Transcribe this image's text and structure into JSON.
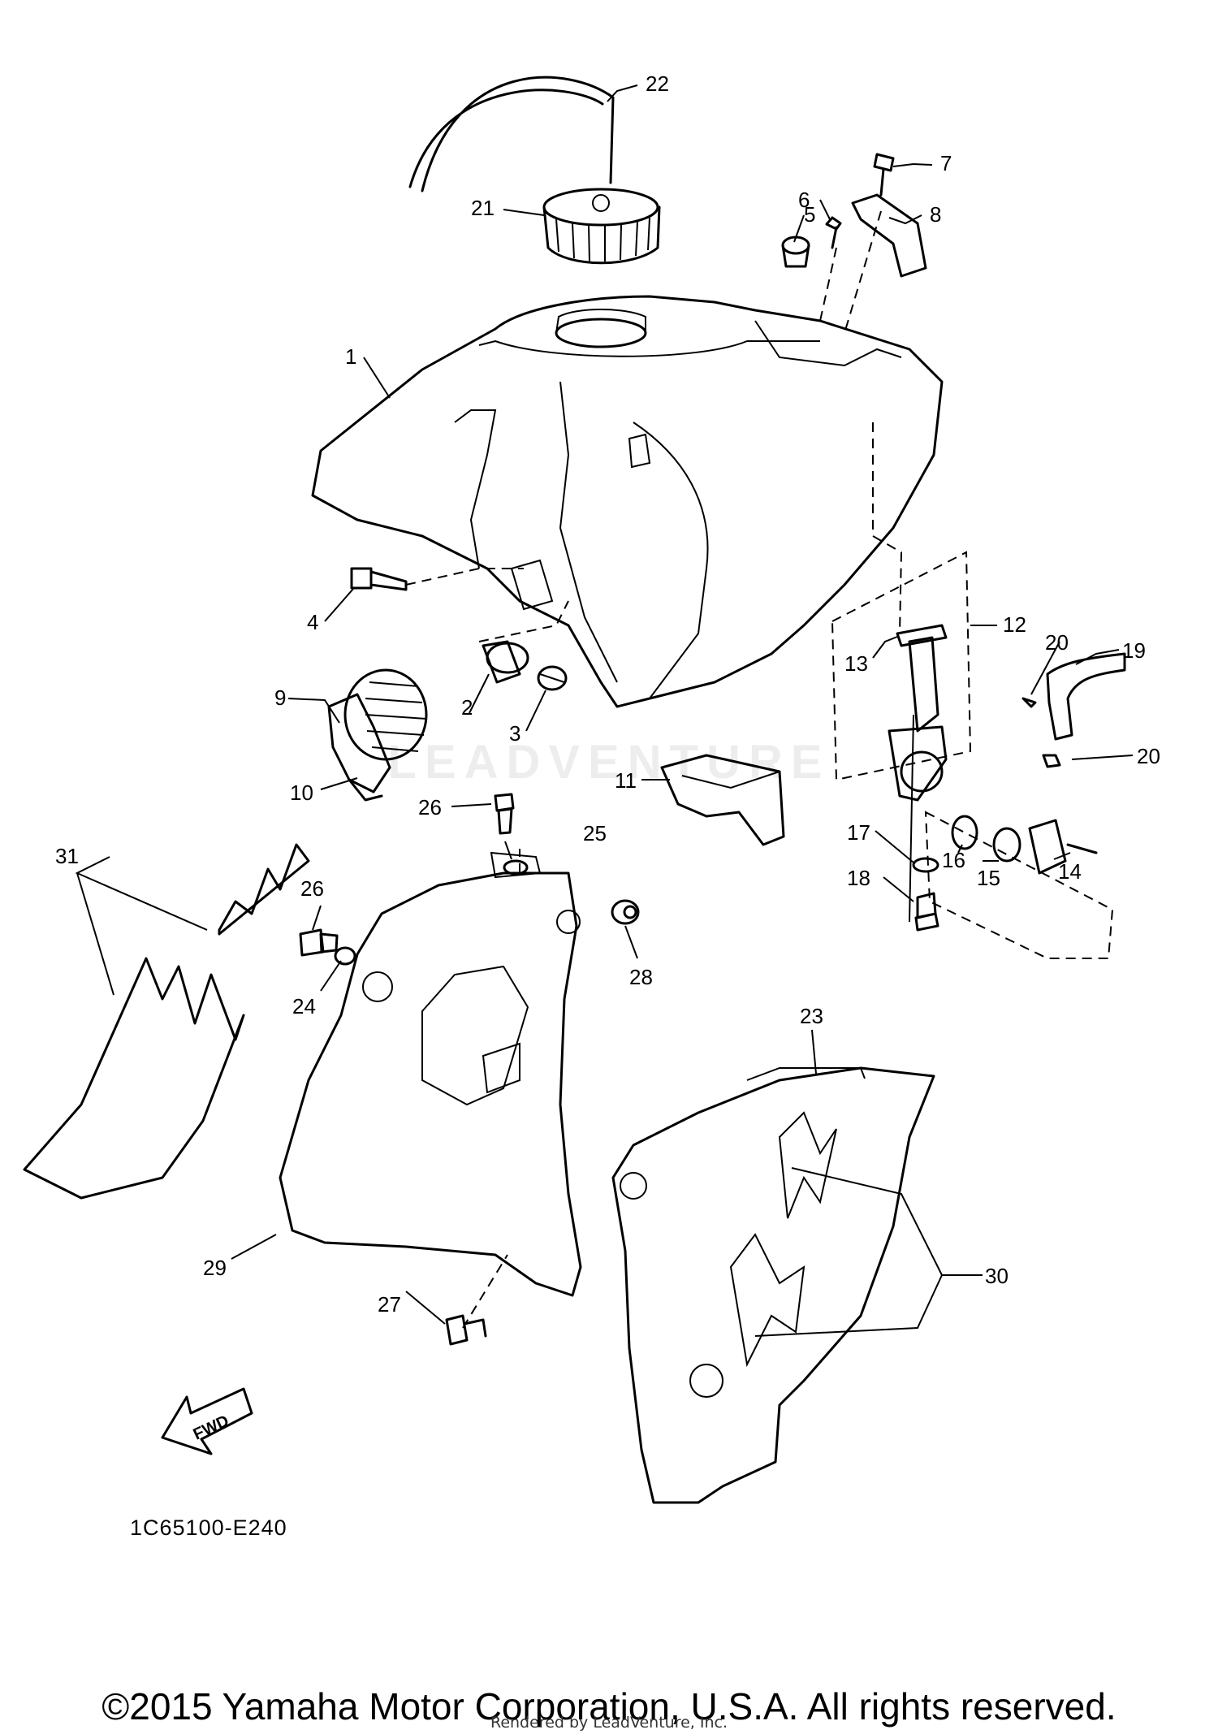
{
  "figure": {
    "code": "1C65100-E240",
    "fwd_label": "FWD",
    "watermark": "LEADVENTURE",
    "copyright": "©2015 Yamaha Motor Corporation, U.S.A. All rights reserved.",
    "rendered_by": "Rendered by LeadVenture, Inc."
  },
  "callouts": [
    {
      "id": "c1",
      "number": "1"
    },
    {
      "id": "c2",
      "number": "2"
    },
    {
      "id": "c3",
      "number": "3"
    },
    {
      "id": "c4",
      "number": "4"
    },
    {
      "id": "c5",
      "number": "5"
    },
    {
      "id": "c6",
      "number": "6"
    },
    {
      "id": "c7",
      "number": "7"
    },
    {
      "id": "c8",
      "number": "8"
    },
    {
      "id": "c9",
      "number": "9"
    },
    {
      "id": "c10",
      "number": "10"
    },
    {
      "id": "c11",
      "number": "11"
    },
    {
      "id": "c12",
      "number": "12"
    },
    {
      "id": "c13",
      "number": "13"
    },
    {
      "id": "c14",
      "number": "14"
    },
    {
      "id": "c15",
      "number": "15"
    },
    {
      "id": "c16",
      "number": "16"
    },
    {
      "id": "c17",
      "number": "17"
    },
    {
      "id": "c18",
      "number": "18"
    },
    {
      "id": "c19",
      "number": "19"
    },
    {
      "id": "c20a",
      "number": "20"
    },
    {
      "id": "c20b",
      "number": "20"
    },
    {
      "id": "c21",
      "number": "21"
    },
    {
      "id": "c22",
      "number": "22"
    },
    {
      "id": "c23",
      "number": "23"
    },
    {
      "id": "c24",
      "number": "24"
    },
    {
      "id": "c25",
      "number": "25"
    },
    {
      "id": "c26a",
      "number": "26"
    },
    {
      "id": "c26b",
      "number": "26"
    },
    {
      "id": "c27",
      "number": "27"
    },
    {
      "id": "c28",
      "number": "28"
    },
    {
      "id": "c29",
      "number": "29"
    },
    {
      "id": "c30",
      "number": "30"
    },
    {
      "id": "c31",
      "number": "31"
    }
  ]
}
